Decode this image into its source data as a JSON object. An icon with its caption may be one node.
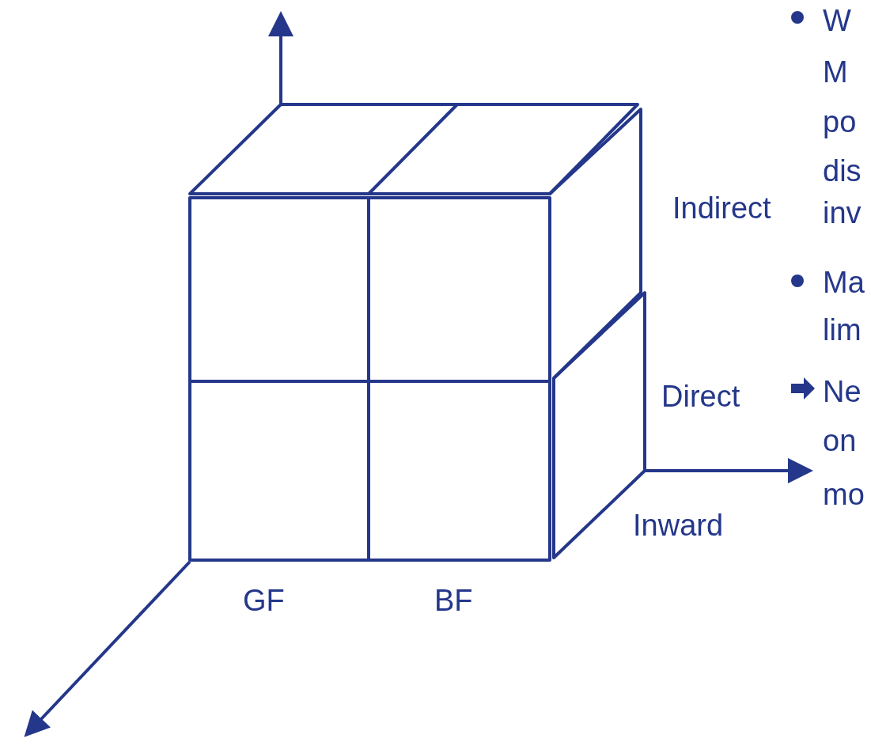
{
  "diagram": {
    "labels": [
      "W",
      "M",
      "po",
      "dis",
      "Indirect",
      "inv",
      "Ma",
      "lim",
      "Direct",
      "Ne",
      "on",
      "mo",
      "Inward",
      "GF",
      "BF"
    ]
  }
}
